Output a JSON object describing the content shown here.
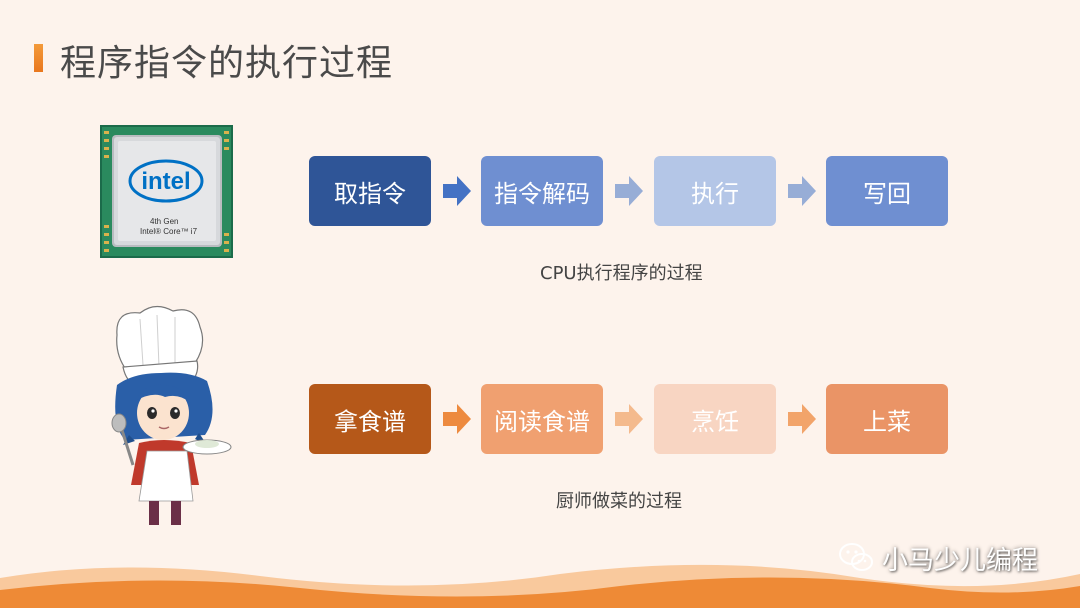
{
  "title": "程序指令的执行过程",
  "cpu_row": {
    "steps": [
      "取指令",
      "指令解码",
      "执行",
      "写回"
    ],
    "caption": "CPU执行程序的过程",
    "step_colors": [
      "#2f5597",
      "#6f8fd1",
      "#b4c6e7",
      "#6f8fd1"
    ],
    "arrow_color": "#4472c4"
  },
  "chef_row": {
    "steps": [
      "拿食谱",
      "阅读食谱",
      "烹饪",
      "上菜"
    ],
    "caption": "厨师做菜的过程",
    "step_colors": [
      "#b55819",
      "#f0a070",
      "#f8d5c2",
      "#ea9466"
    ],
    "arrow_color": "#ed8a3f"
  },
  "cpu_chip": {
    "brand": "intel",
    "line1": "4th Gen",
    "line2": "Intel® Core™ i7"
  },
  "watermark": {
    "text": "小马少儿编程",
    "icon": "wechat-icon"
  },
  "accent_color": "#ed7d31"
}
